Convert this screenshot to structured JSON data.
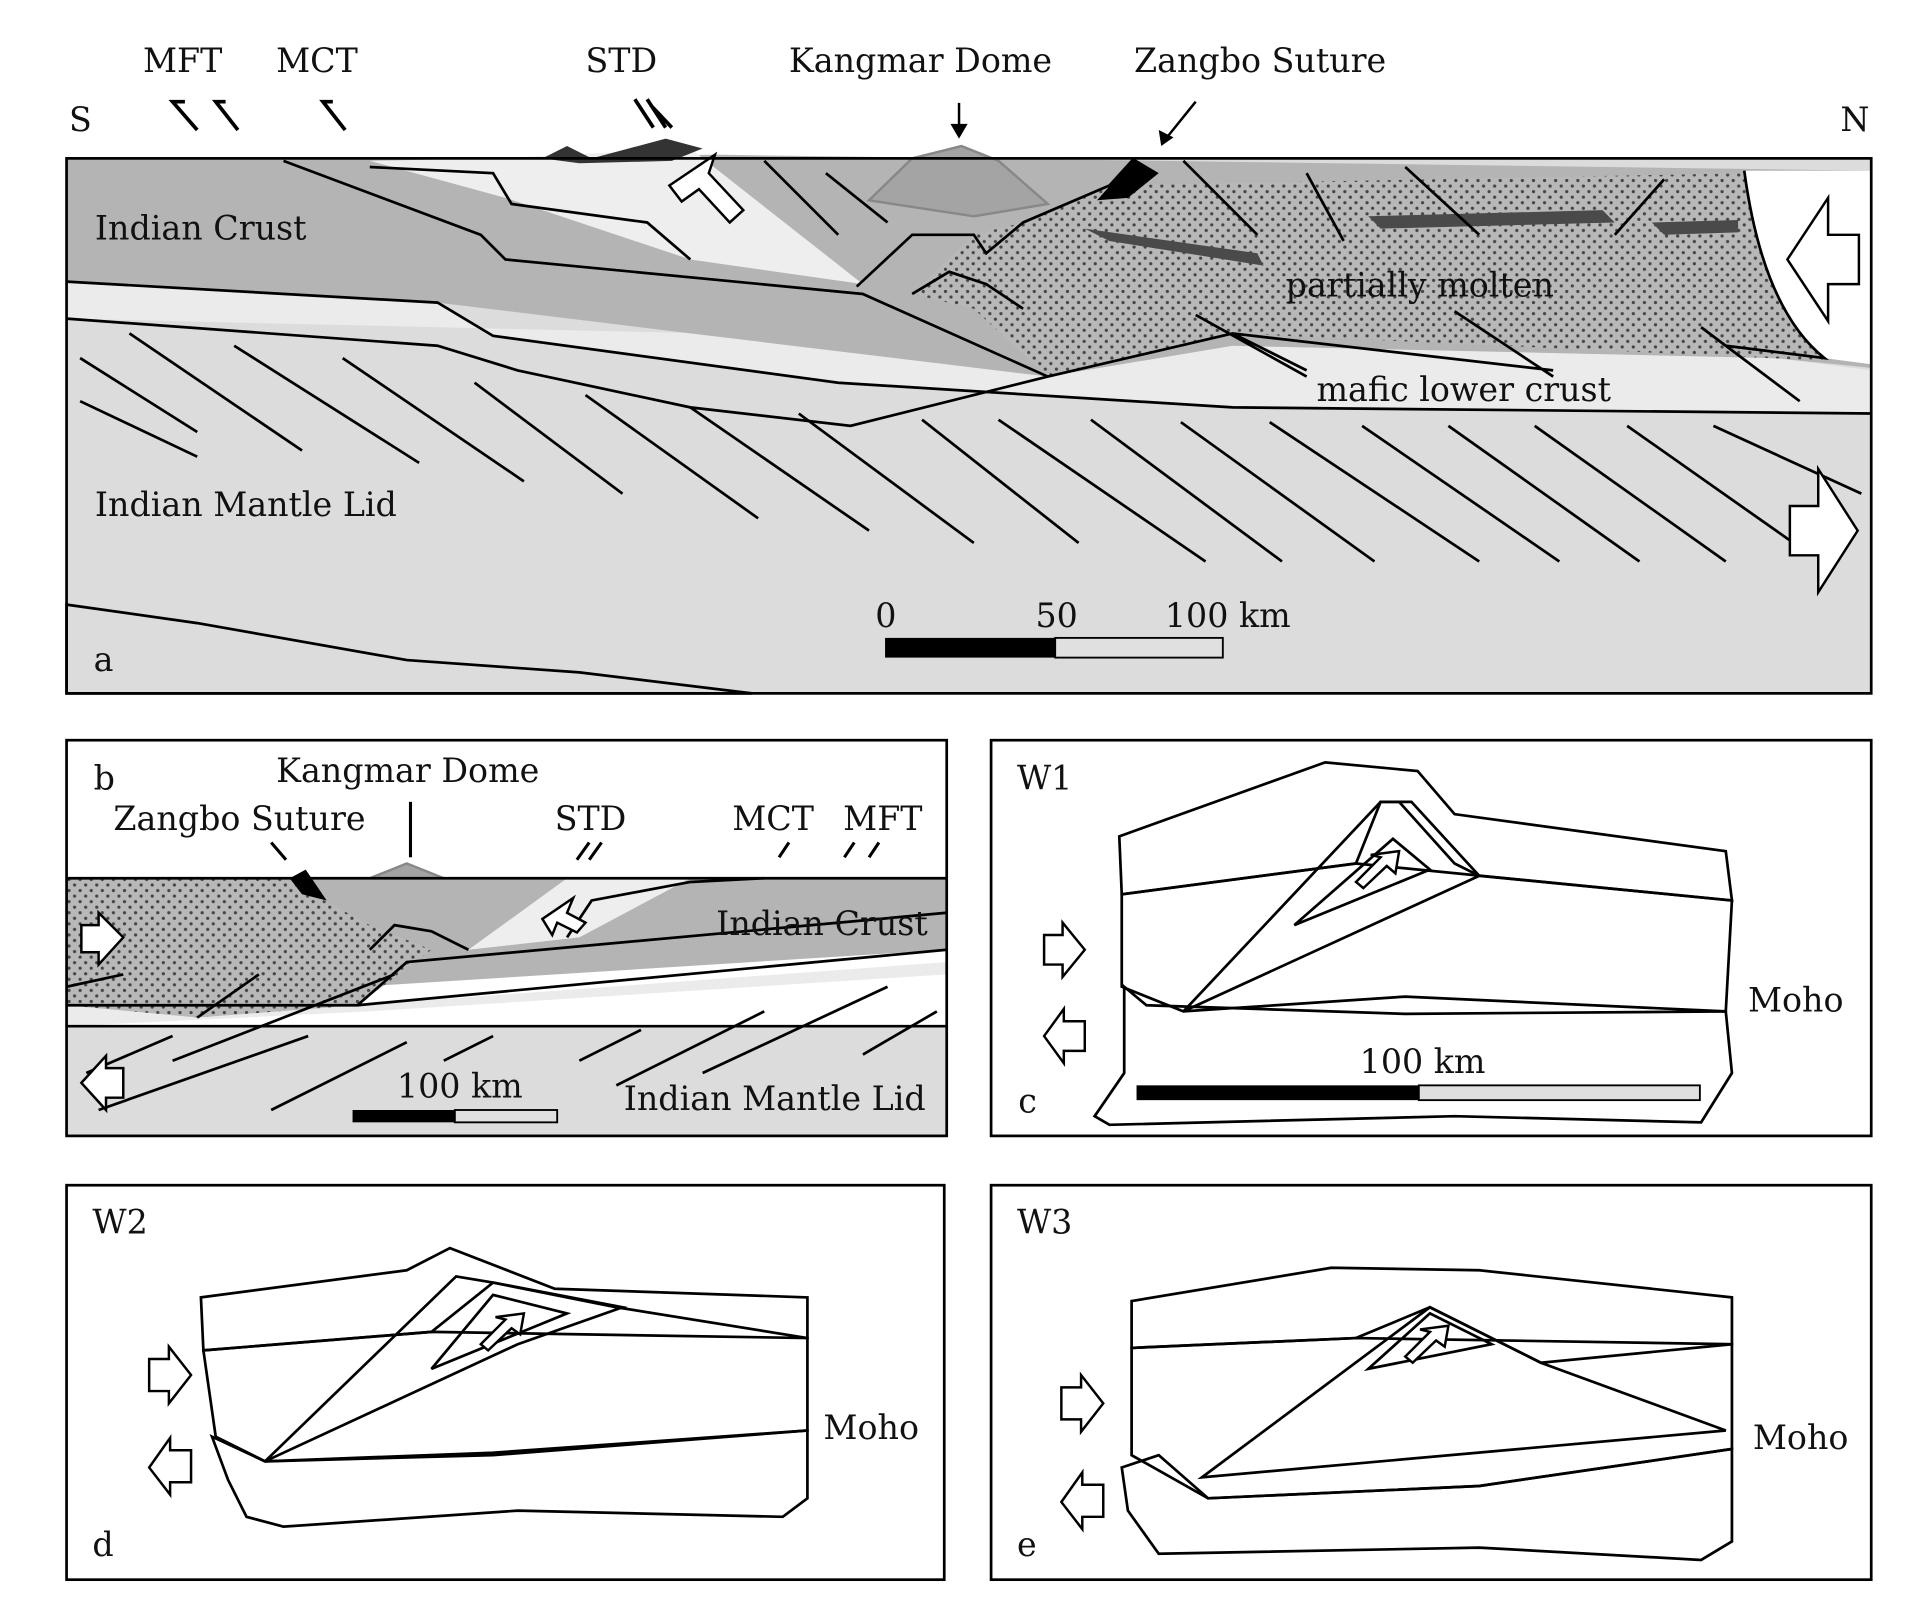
{
  "panel_a": {
    "letter": "a",
    "south": "S",
    "north": "N",
    "top_labels": {
      "mft": "MFT",
      "mct": "MCT",
      "std": "STD",
      "dome": "Kangmar Dome",
      "suture": "Zangbo Suture"
    },
    "regions": {
      "crust": "Indian Crust",
      "molten": "partially molten",
      "mafic": "mafic lower crust",
      "mantle": "Indian Mantle Lid"
    },
    "scale": {
      "t0": "0",
      "t50": "50",
      "t100": "100 km"
    }
  },
  "panel_b": {
    "letter": "b",
    "labels": {
      "dome": "Kangmar Dome",
      "suture": "Zangbo Suture",
      "std": "STD",
      "mct": "MCT",
      "mft": "MFT",
      "crust": "Indian Crust",
      "mantle": "Indian Mantle Lid"
    },
    "scale": "100 km"
  },
  "panel_c": {
    "letter": "c",
    "model": "W1",
    "moho": "Moho",
    "scale": "100 km"
  },
  "panel_d": {
    "letter": "d",
    "model": "W2",
    "moho": "Moho"
  },
  "panel_e": {
    "letter": "e",
    "model": "W3",
    "moho": "Moho"
  },
  "colors": {
    "upper": "#8c8c8c",
    "crust": "#b4b4b4",
    "light": "#e6e6e6",
    "mantle": "#dcdcdc",
    "dark": "#4a4a4a"
  }
}
